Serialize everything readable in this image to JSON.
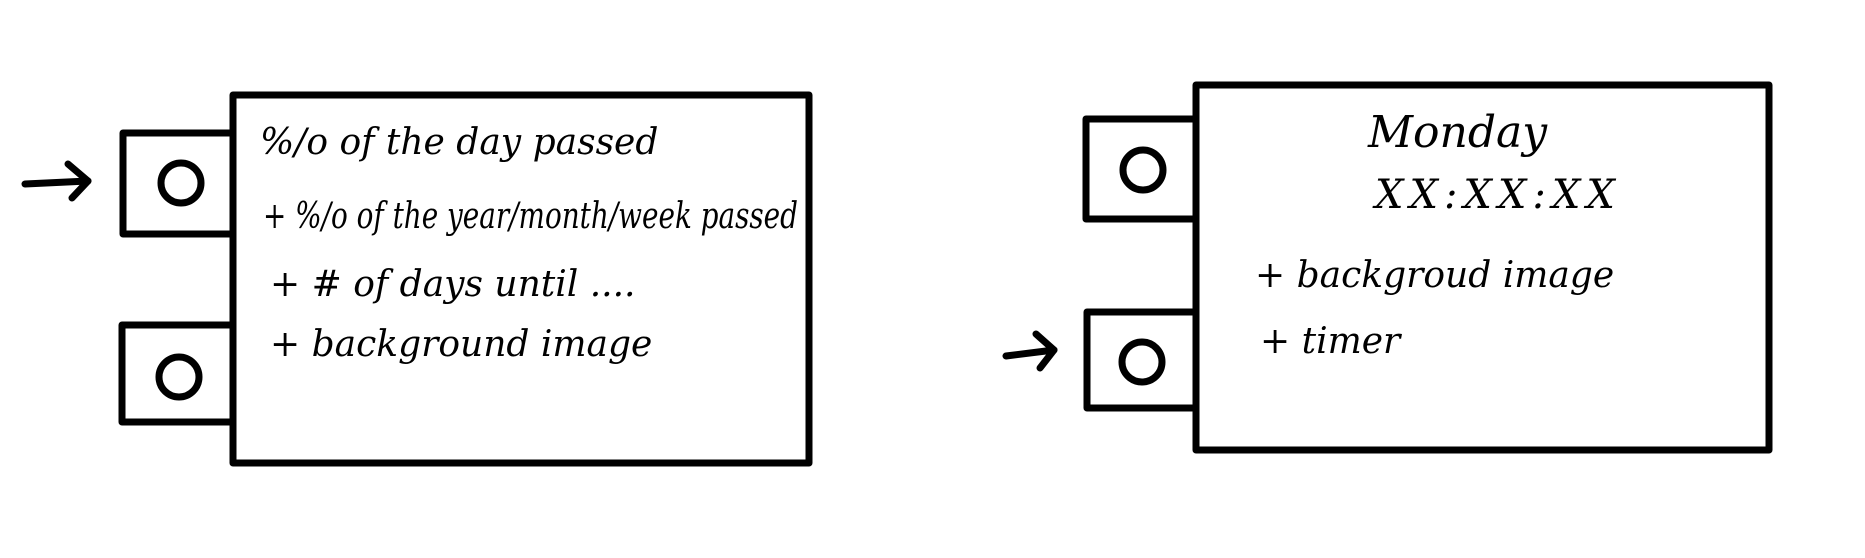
{
  "colors": {
    "ink": "#000000",
    "paper": "#ffffff"
  },
  "widget_a": {
    "lines": [
      "%/o of the day passed",
      "+ %/o of the year/month/week passed",
      "+ # of days until ....",
      "+ background image"
    ],
    "tabs": [
      "button-circle-icon",
      "button-circle-icon"
    ],
    "arrow": "arrow-right-icon"
  },
  "widget_b": {
    "day": "Monday",
    "time": "XX:XX:XX",
    "lines": [
      "+ backgroud image",
      "+ timer"
    ],
    "tabs": [
      "button-circle-icon",
      "button-circle-icon"
    ],
    "arrow": "arrow-right-icon"
  }
}
